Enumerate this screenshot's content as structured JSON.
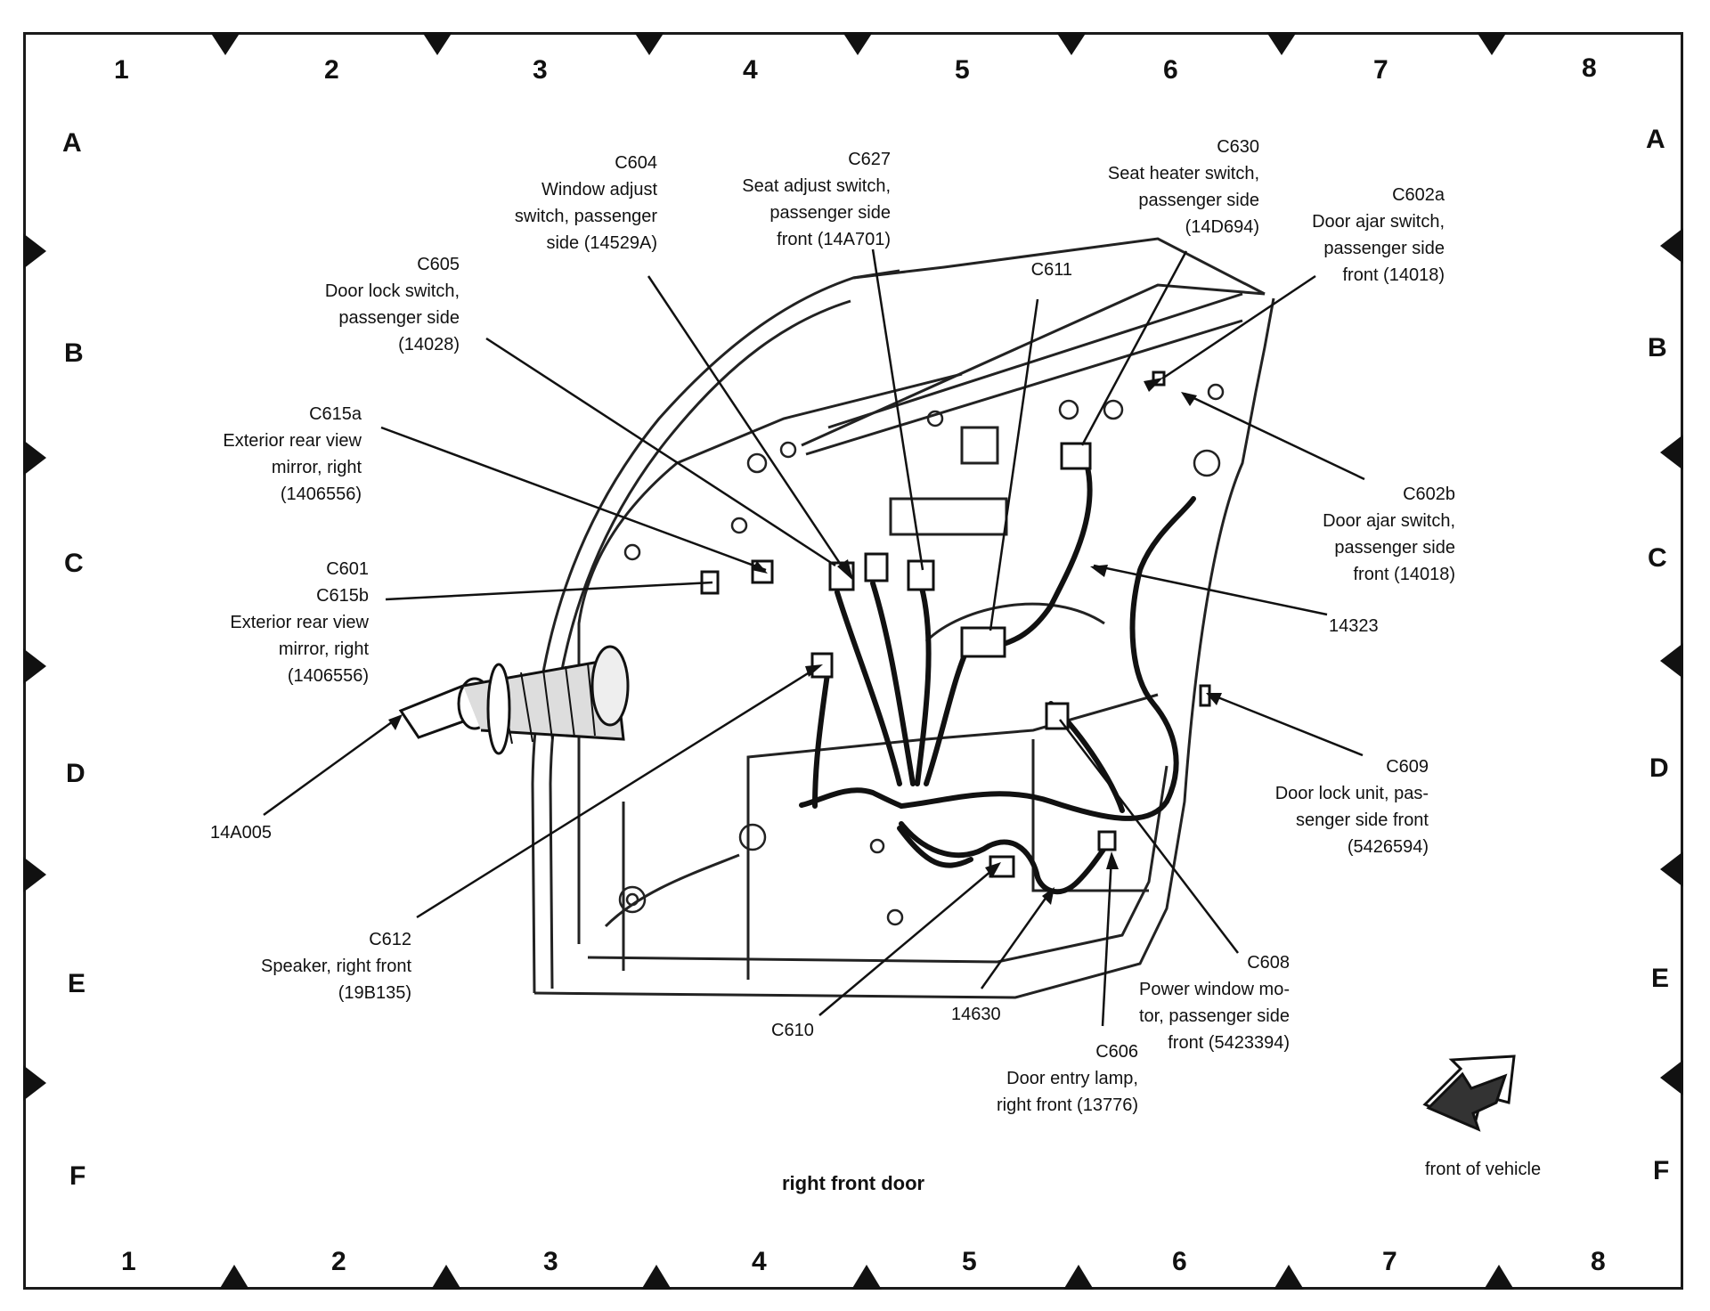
{
  "grid": {
    "columns": [
      "1",
      "2",
      "3",
      "4",
      "5",
      "6",
      "7",
      "8"
    ],
    "rows": [
      "A",
      "B",
      "C",
      "D",
      "E",
      "F"
    ]
  },
  "callouts": {
    "c604": [
      "C604",
      "Window adjust",
      "switch, passenger",
      "side (14529A)"
    ],
    "c627": [
      "C627",
      "Seat adjust switch,",
      "passenger side",
      "front (14A701)"
    ],
    "c630": [
      "C630",
      "Seat heater switch,",
      "passenger side",
      "(14D694)"
    ],
    "c602a": [
      "C602a",
      "Door ajar switch,",
      "passenger side",
      "front (14018)"
    ],
    "c611": [
      "C611"
    ],
    "c605": [
      "C605",
      "Door lock switch,",
      "passenger side",
      "(14028)"
    ],
    "c615a": [
      "C615a",
      "Exterior rear view",
      "mirror, right",
      "(1406556)"
    ],
    "c602b": [
      "C602b",
      "Door ajar switch,",
      "passenger side",
      "front (14018)"
    ],
    "c601": [
      "C601",
      "C615b",
      "Exterior rear view",
      "mirror, right",
      "(1406556)"
    ],
    "p14323": [
      "14323"
    ],
    "c609": [
      "C609",
      "Door lock unit, pas-",
      "senger side front",
      "(5426594)"
    ],
    "p14a005": [
      "14A005"
    ],
    "c612": [
      "C612",
      "Speaker, right front",
      "(19B135)"
    ],
    "c608": [
      "C608",
      "Power window mo-",
      "tor, passenger side",
      "front (5423394)"
    ],
    "c610": [
      "C610"
    ],
    "p14630": [
      "14630"
    ],
    "c606": [
      "C606",
      "Door entry lamp,",
      "right front (13776)"
    ]
  },
  "caption": "right front door",
  "front_label": "front of vehicle"
}
